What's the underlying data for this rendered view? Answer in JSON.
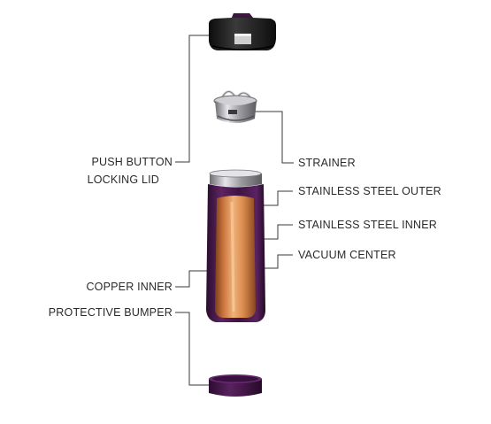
{
  "labels": {
    "push_button_line1": "PUSH BUTTON",
    "push_button_line2": "LOCKING LID",
    "strainer": "STRAINER",
    "ss_outer": "STAINLESS STEEL OUTER",
    "ss_inner": "STAINLESS STEEL INNER",
    "vacuum_center": "VACUUM CENTER",
    "copper_inner": "COPPER INNER",
    "protective_bumper": "PROTECTIVE BUMPER"
  },
  "colors": {
    "body_purple": "#4a1a4e",
    "copper": "#c9773f",
    "steel": "#a9a9ad",
    "lid_black": "#1a1a1a",
    "leader_line": "#3a3a3a"
  }
}
